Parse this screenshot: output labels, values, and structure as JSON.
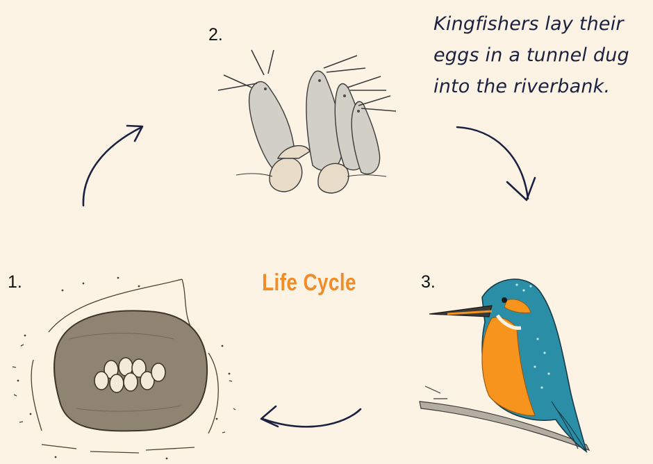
{
  "diagram": {
    "title": "Life Cycle",
    "stages": [
      {
        "number": "1.",
        "illustration": "egg-nest-tunnel"
      },
      {
        "number": "2.",
        "illustration": "kingfisher-chicks"
      },
      {
        "number": "3.",
        "illustration": "adult-kingfisher"
      }
    ],
    "note_lines": [
      "Kingfishers lay their",
      "eggs in a tunnel dug",
      "into the riverbank."
    ]
  },
  "colors": {
    "background": "#fcf3e4",
    "title": "#f28c28",
    "arrows": "#1b2140",
    "kingfisher_back": "#2a8fa6",
    "kingfisher_breast": "#f7941d",
    "nest": "#8f8471",
    "eggs": "#f4ead9"
  }
}
